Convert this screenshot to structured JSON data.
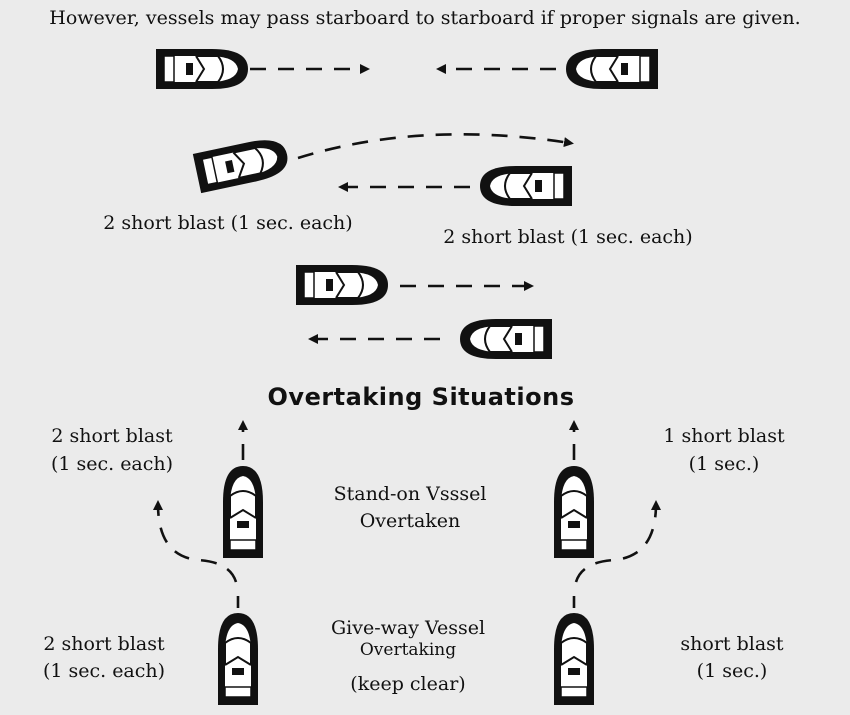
{
  "header": {
    "note": "However, vessels may pass starboard to starboard if proper signals are given."
  },
  "starboard_section": {
    "signal_left": "2 short blast (1 sec. each)",
    "signal_right": "2 short blast (1 sec. each)"
  },
  "overtaking_section": {
    "title": "Overtaking Situations",
    "left_top_signal": {
      "line1": "2 short blast",
      "line2": "(1 sec. each)"
    },
    "right_top_signal": {
      "line1": "1 short blast",
      "line2": "(1 sec.)"
    },
    "stand_on": {
      "line1": "Stand-on Vsssel",
      "line2": "Overtaken"
    },
    "give_way": {
      "line1": "Give-way Vessel",
      "line2": "Overtaking",
      "line3": "(keep clear)"
    },
    "left_bottom_signal": {
      "line1": "2 short blast",
      "line2": "(1 sec. each)"
    },
    "right_bottom_signal": {
      "line1": "short blast",
      "line2": "(1 sec.)"
    }
  },
  "colors": {
    "background": "#ebebeb",
    "ink": "#111111",
    "hull_fill": "#ffffff"
  }
}
